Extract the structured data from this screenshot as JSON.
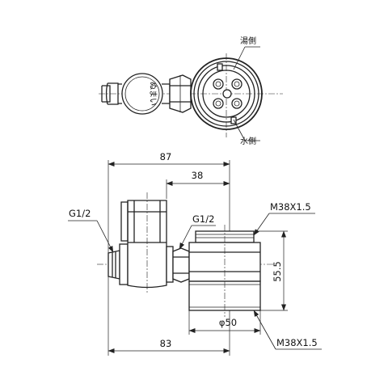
{
  "top_view": {
    "hot_label": "湯側",
    "cold_label": "水側",
    "knob_text": "ぬまい"
  },
  "dimensions": {
    "d87": "87",
    "d38": "38",
    "d83": "83",
    "d55_5": "55.5",
    "d50": "φ50",
    "thread_g12_left": "G1/2",
    "thread_g12_right": "G1/2",
    "thread_m38_top": "M38X1.5",
    "thread_m38_bottom": "M38X1.5"
  }
}
